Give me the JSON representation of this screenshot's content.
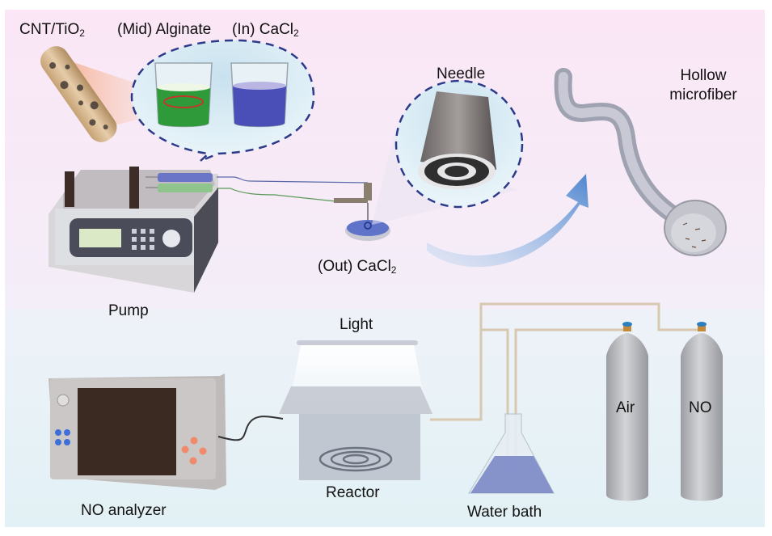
{
  "figure": {
    "type": "experimental setup schematic",
    "panels": [
      "fabrication",
      "photocatalytic NO removal test"
    ],
    "colors": {
      "top_background": "#fbe9f6",
      "bottom_background": "#e3f1f6",
      "dashed_outline": "#2c3a8a",
      "alginate_green": "#2e9a3a",
      "cacl2_blue": "#4a4fb8",
      "arrow_blue": "#5b8fd2",
      "cylinder_gray": "#b7b9bd",
      "tube_tan": "#d8c8b0",
      "analyzer_button_blue": "#3e6fd8",
      "analyzer_button_orange": "#f08a6a"
    }
  },
  "labels": {
    "cnt_tio2": {
      "main": "CNT/TiO",
      "sub": "2"
    },
    "mid_alginate": "(Mid) Alginate",
    "in_cacl2": {
      "main": "(In) CaCl",
      "sub": "2"
    },
    "needle": "Needle",
    "hollow_microfiber": [
      "Hollow",
      "microfiber"
    ],
    "pump": "Pump",
    "out_cacl2": {
      "main": "(Out) CaCl",
      "sub": "2"
    },
    "light": "Light",
    "reactor": "Reactor",
    "no_analyzer": "NO analyzer",
    "water_bath": "Water bath",
    "cylinder_air": "Air",
    "cylinder_no": "NO"
  },
  "connections": [
    {
      "from": "pump",
      "to": "coaxial needle",
      "medium": "syringe tubing"
    },
    {
      "from": "coaxial needle",
      "to": "hollow microfiber",
      "medium": "flow arrow"
    },
    {
      "from": "Air cylinder",
      "to": "water bath",
      "medium": "gas line"
    },
    {
      "from": "NO cylinder",
      "to": "reactor",
      "medium": "gas line"
    },
    {
      "from": "water bath",
      "to": "reactor",
      "medium": "gas line"
    },
    {
      "from": "reactor",
      "to": "NO analyzer",
      "medium": "cable"
    }
  ]
}
